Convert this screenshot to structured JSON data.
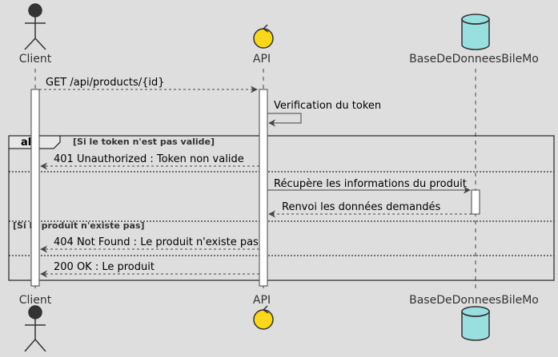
{
  "participants": {
    "client": {
      "label": "Client",
      "type": "actor"
    },
    "api": {
      "label": "API",
      "type": "control",
      "color": "#F9D71C"
    },
    "db": {
      "label": "BaseDeDonneesBileMo",
      "type": "database",
      "color": "#99DFDF"
    }
  },
  "messages": {
    "m1": "GET /api/products/{id}",
    "m2": "Verification du token",
    "m3": "401 Unauthorized : Token non valide",
    "m4": "Récupère les informations du produit",
    "m5": "Renvoi les données demandés",
    "m6": "404 Not Found : Le produit n'existe pas",
    "m7": "200 OK : Le produit"
  },
  "alt_group": {
    "keyword": "alt",
    "guard1": "[Si le token n'est pas valide]",
    "guard2": "[Si le produit n'existe pas]"
  },
  "colors": {
    "background": "#DEDEDE",
    "line": "#444444",
    "activation_fill": "#FFFFFF",
    "actor_fill": "#333333"
  }
}
